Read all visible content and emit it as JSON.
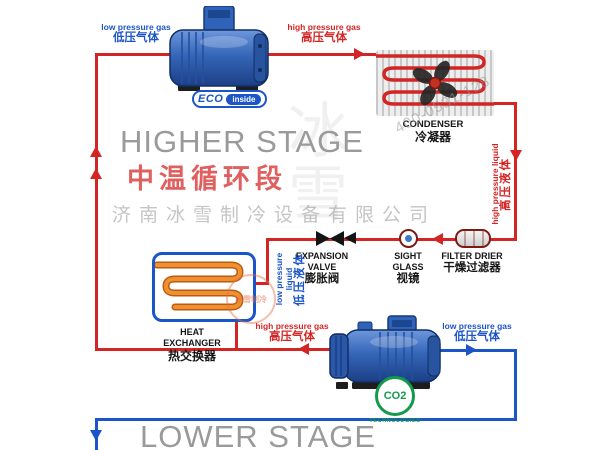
{
  "stages": {
    "higher_en": "HIGHER STAGE",
    "higher_zh": "中温循环段",
    "lower_en": "LOWER STAGE"
  },
  "pipe_labels": {
    "lp_gas_top": {
      "en": "low pressure gas",
      "zh": "低压气体"
    },
    "hp_gas_top": {
      "en": "high pressure gas",
      "zh": "高压气体"
    },
    "hp_liquid": {
      "en": "high pressure liquid",
      "zh": "高压液体"
    },
    "lp_liquid": {
      "en": "low pressure liquid",
      "zh": "低压液体"
    },
    "hp_gas_lower": {
      "en": "high pressure gas",
      "zh": "高压气体"
    },
    "lp_gas_lower": {
      "en": "low pressure gas",
      "zh": "低压气体"
    }
  },
  "components": {
    "condenser": {
      "en": "CONDENSER",
      "zh": "冷凝器"
    },
    "expansion_valve": {
      "en_line1": "EXPANSION",
      "en_line2": "VALVE",
      "zh": "膨胀阀"
    },
    "sight_glass": {
      "en_line1": "SIGHT",
      "en_line2": "GLASS",
      "zh": "视镜"
    },
    "filter_drier": {
      "en": "FILTER DRIER",
      "zh": "干燥过滤器"
    },
    "heat_exchanger": {
      "en_line1": "HEAT",
      "en_line2": "EXCHANGER",
      "zh": "热交换器"
    }
  },
  "badges": {
    "eco_brand": "ECO",
    "eco_suffix": "inside",
    "co2_title": "CO2",
    "co2_subtitle": "TECHNOLOGIES"
  },
  "watermarks": {
    "company": "济南冰雪制冷设备有限公司",
    "phone": "400-0531-128",
    "big_text": "冰雪",
    "seal": "冰雪制冷"
  },
  "colors": {
    "high_pressure_red": "#d42525",
    "low_pressure_blue": "#1c55c8",
    "coil_orange": "#e07a28",
    "compressor_blue": "#2f62b8",
    "stage_gray": "#9a9a9a",
    "stage_red": "#e06060",
    "co2_green": "#149a4c"
  }
}
